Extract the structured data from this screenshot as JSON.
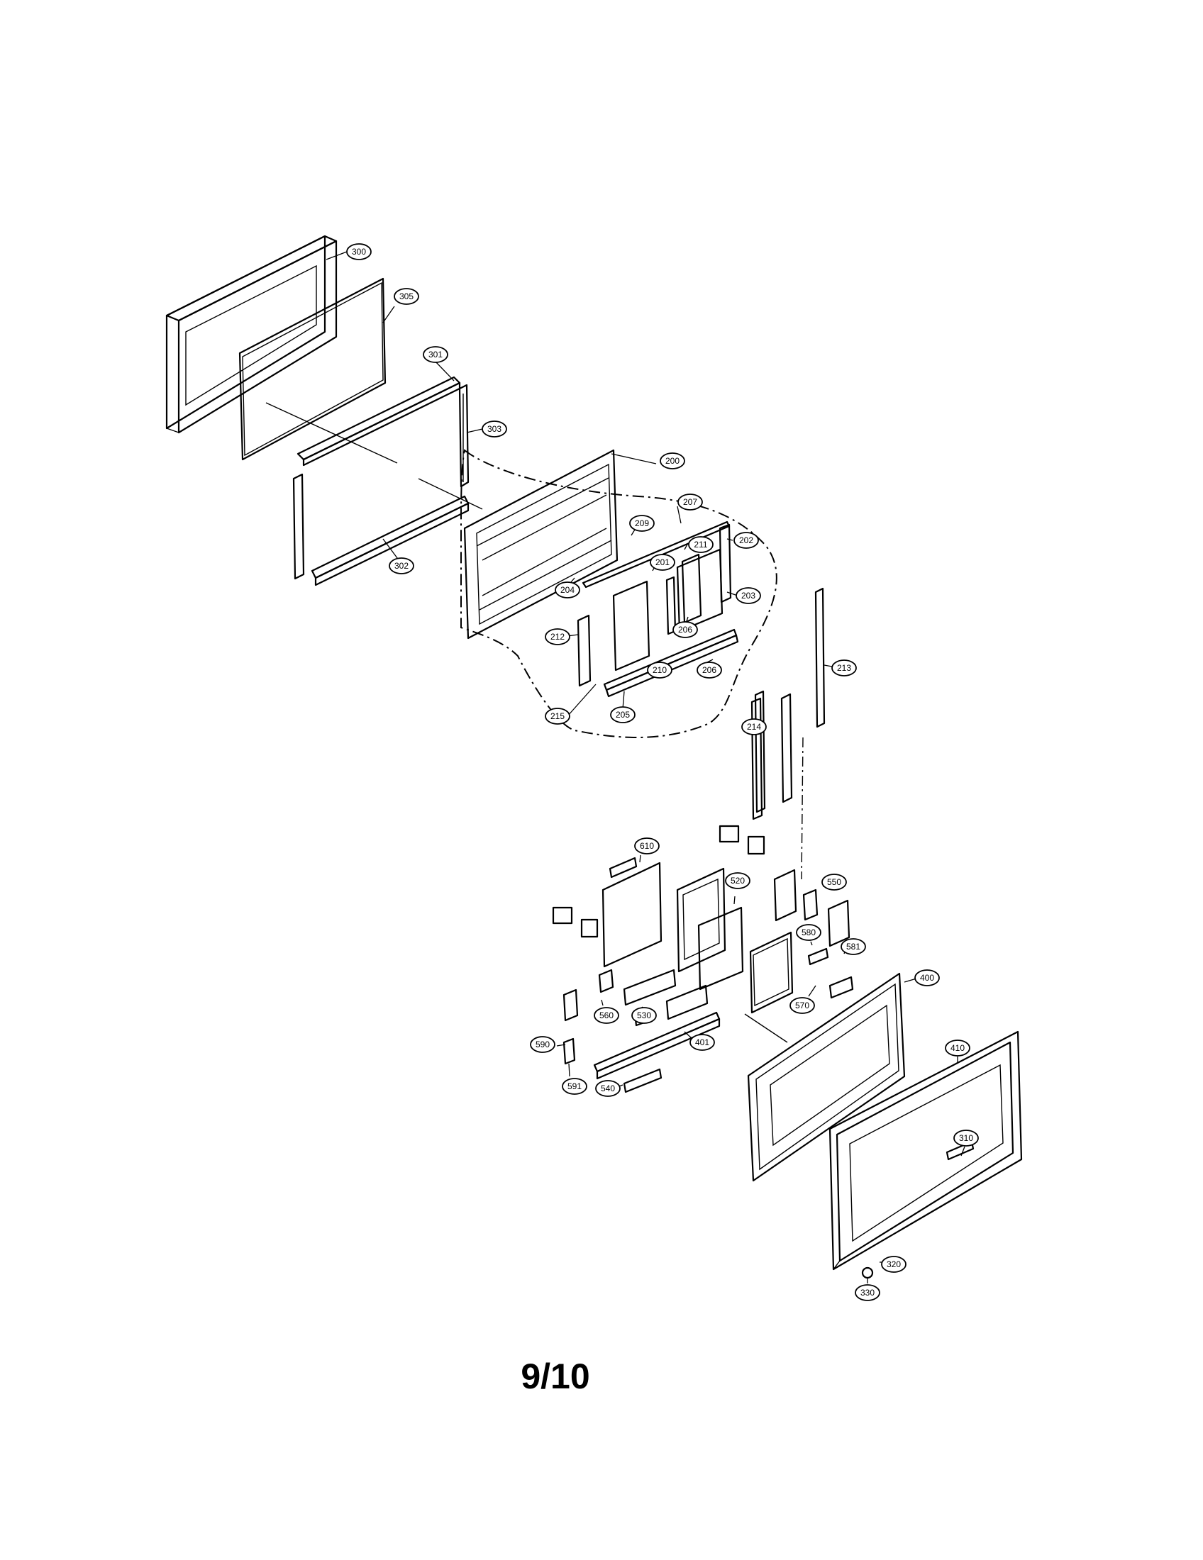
{
  "page_number": "9/10",
  "callouts": [
    {
      "id": "p300",
      "label": "300"
    },
    {
      "id": "p305",
      "label": "305"
    },
    {
      "id": "p301",
      "label": "301"
    },
    {
      "id": "p303",
      "label": "303"
    },
    {
      "id": "p302",
      "label": "302"
    },
    {
      "id": "p200",
      "label": "200"
    },
    {
      "id": "p207",
      "label": "207"
    },
    {
      "id": "p209",
      "label": "209"
    },
    {
      "id": "p211",
      "label": "211"
    },
    {
      "id": "p202",
      "label": "202"
    },
    {
      "id": "p201",
      "label": "201"
    },
    {
      "id": "p204",
      "label": "204"
    },
    {
      "id": "p203",
      "label": "203"
    },
    {
      "id": "p206a",
      "label": "206"
    },
    {
      "id": "p212",
      "label": "212"
    },
    {
      "id": "p206b",
      "label": "206"
    },
    {
      "id": "p210",
      "label": "210"
    },
    {
      "id": "p215",
      "label": "215"
    },
    {
      "id": "p205",
      "label": "205"
    },
    {
      "id": "p213",
      "label": "213"
    },
    {
      "id": "p214",
      "label": "214"
    },
    {
      "id": "p610",
      "label": "610"
    },
    {
      "id": "p520",
      "label": "520"
    },
    {
      "id": "p550",
      "label": "550"
    },
    {
      "id": "p580",
      "label": "580"
    },
    {
      "id": "p581",
      "label": "581"
    },
    {
      "id": "p560",
      "label": "560"
    },
    {
      "id": "p530",
      "label": "530"
    },
    {
      "id": "p570",
      "label": "570"
    },
    {
      "id": "p400",
      "label": "400"
    },
    {
      "id": "p590",
      "label": "590"
    },
    {
      "id": "p401",
      "label": "401"
    },
    {
      "id": "p410",
      "label": "410"
    },
    {
      "id": "p591",
      "label": "591"
    },
    {
      "id": "p540",
      "label": "540"
    },
    {
      "id": "p310",
      "label": "310"
    },
    {
      "id": "p320",
      "label": "320"
    },
    {
      "id": "p330",
      "label": "330"
    }
  ]
}
